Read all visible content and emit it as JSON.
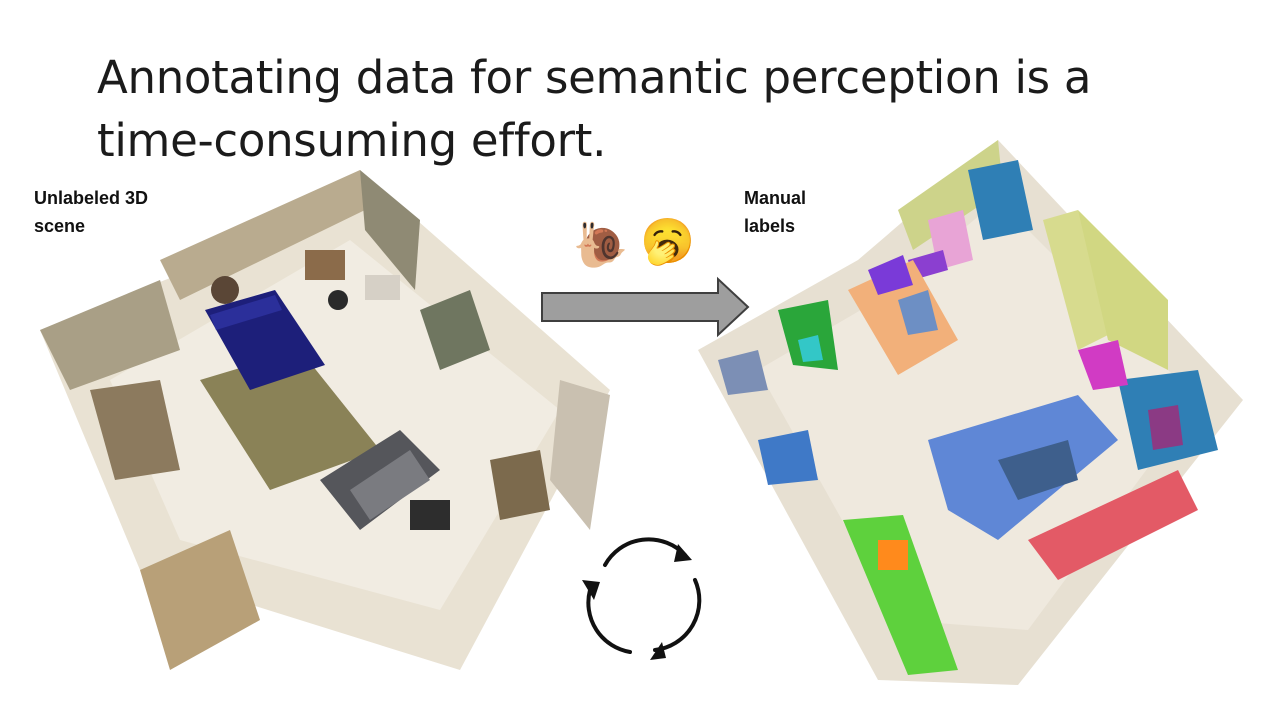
{
  "slide": {
    "title": "Annotating data for semantic perception is a time-consuming effort.",
    "left_caption": "Unlabeled 3D\nscene",
    "right_caption": "Manual\nlabels"
  },
  "icons": {
    "snail": "snail-icon",
    "yawn": "yawning-face-icon",
    "arrow": "right-arrow-icon",
    "cycle": "cycle-arrows-icon"
  },
  "colors": {
    "arrow_fill": "#9e9e9e",
    "arrow_stroke": "#3f3f3f"
  }
}
